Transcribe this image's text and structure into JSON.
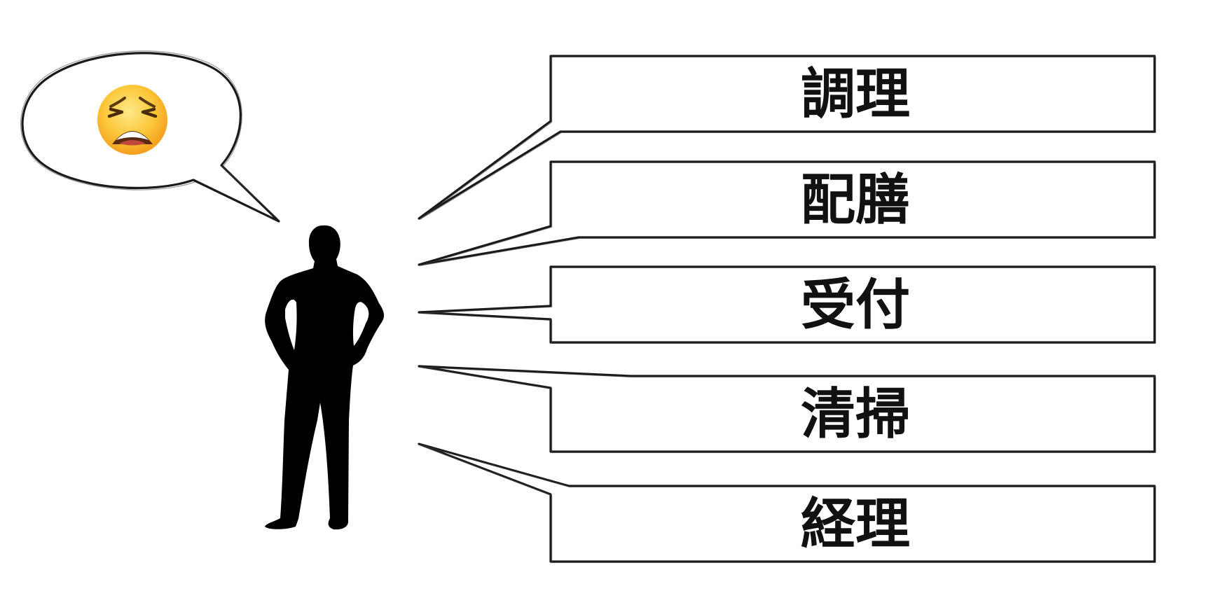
{
  "diagram": {
    "person": {
      "icon": "person-silhouette-icon",
      "color": "#000000"
    },
    "thought_bubble": {
      "icon": "weary-face-emoji-icon",
      "emoji": "😩"
    },
    "roles": [
      {
        "label": "調理"
      },
      {
        "label": "配膳"
      },
      {
        "label": "受付"
      },
      {
        "label": "清掃"
      },
      {
        "label": "経理"
      }
    ]
  }
}
